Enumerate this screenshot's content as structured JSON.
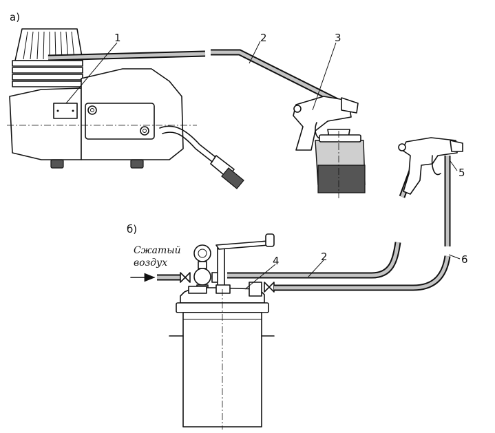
{
  "panels": {
    "a": {
      "label": "а)"
    },
    "b": {
      "label": "б)"
    }
  },
  "callouts": {
    "a1": "1",
    "a2": "2",
    "a3": "3",
    "b2": "2",
    "b4": "4",
    "b5": "5",
    "b6": "6"
  },
  "air_label": {
    "line1": "Сжатый",
    "line2": "воздух"
  }
}
